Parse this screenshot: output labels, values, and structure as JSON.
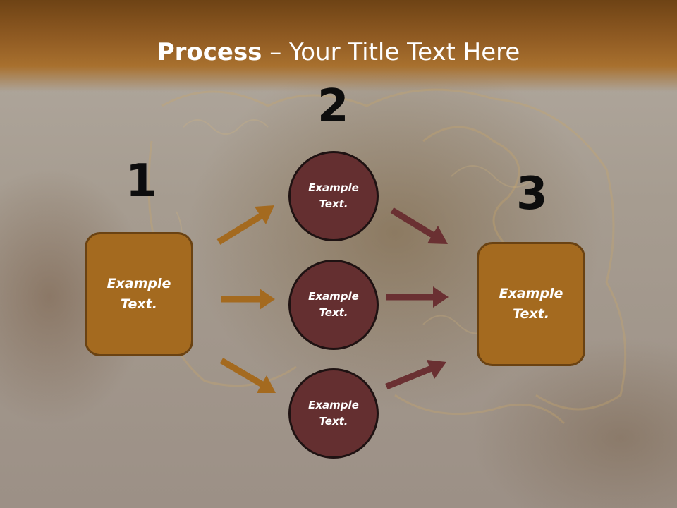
{
  "title": {
    "strong": "Process",
    "rest": " – Your Title Text Here"
  },
  "steps": {
    "n1": "1",
    "n2": "2",
    "n3": "3"
  },
  "left_box": {
    "line1": "Example",
    "line2": "Text."
  },
  "right_box": {
    "line1": "Example",
    "line2": "Text."
  },
  "circles": [
    {
      "line1": "Example",
      "line2": "Text."
    },
    {
      "line1": "Example",
      "line2": "Text."
    },
    {
      "line1": "Example",
      "line2": "Text."
    }
  ],
  "colors": {
    "title_bar": "#8f5a22",
    "box_fill": "#a46a1f",
    "circle_fill": "#642f30",
    "arrow_brown": "#a46a1f",
    "arrow_maroon": "#6a3032"
  }
}
